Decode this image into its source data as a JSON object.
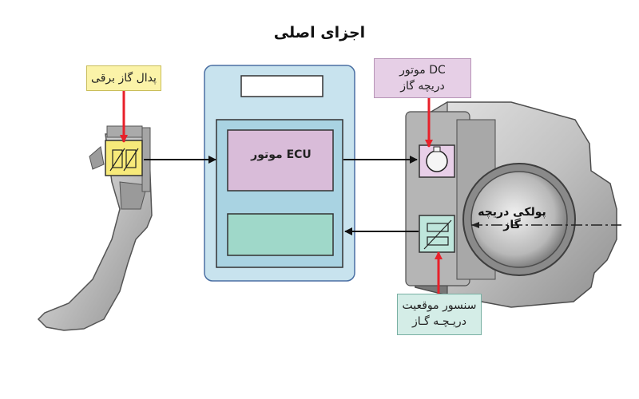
{
  "title": "اجزای اصلی",
  "labels": {
    "pedal": "پدال گاز برقی",
    "dc_motor_line1": "DC موتور",
    "dc_motor_line2": "دریچه گاز",
    "ecu": "ECU موتور",
    "throttle_plate": "پولکی دریچه گاز",
    "sensor_line1": "سنسور موقعیت",
    "sensor_line2": "دریـچـه گـاز"
  },
  "colors": {
    "ecu_outer": "#c8e3ee",
    "ecu_inner": "#a9d3e2",
    "ecu_motor_box": "#d9bcd9",
    "ecu_sensor_box": "#9fd8c9",
    "pedal_label": "#fbf3a8",
    "dc_label": "#e6cfe6",
    "sensor_label": "#d4ede7",
    "red_arrow": "#e8202a"
  }
}
